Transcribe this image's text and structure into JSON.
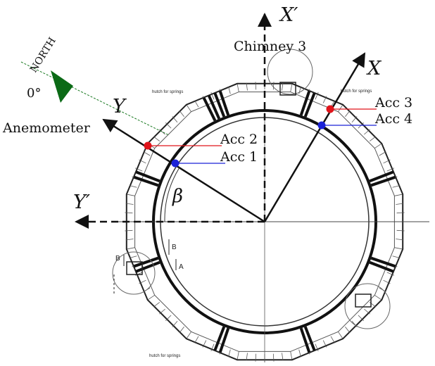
{
  "labels": {
    "x_prime": "X′",
    "x": "X",
    "y": "Y",
    "y_prime": "Y′",
    "chimney": "Chimney 3",
    "north": "NORTH",
    "zero_deg": "0°",
    "anemometer": "Anemometer",
    "beta": "β",
    "acc1": "Acc 1",
    "acc2": "Acc 2",
    "acc3": "Acc 3",
    "acc4": "Acc 4",
    "hutch1": "hutch for springs",
    "hutch2": "hutch for springs",
    "hutch3": "hutch for springs",
    "sec_b1": "B",
    "sec_b2": "B",
    "sec_a": "A"
  },
  "colors": {
    "acc_red": "#e0141b",
    "acc_blue": "#1a22d8",
    "north_green": "#0b6a16",
    "ink": "#111111"
  }
}
